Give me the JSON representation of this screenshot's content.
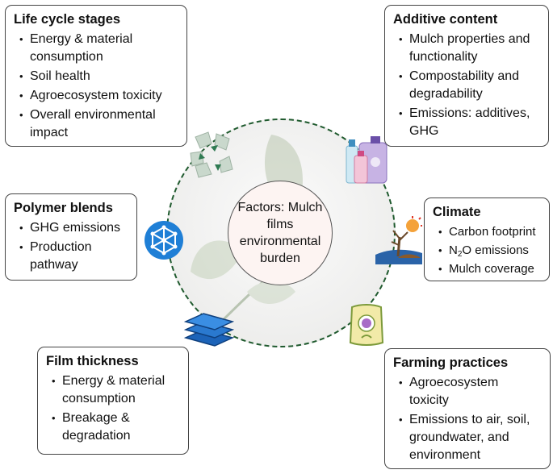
{
  "center": {
    "label": "Factors: Mulch films environmental burden"
  },
  "boxes": {
    "life_cycle": {
      "title": "Life cycle stages",
      "items": [
        "Energy & material consumption",
        "Soil health",
        "Agroecosystem toxicity",
        "Overall environmental impact"
      ]
    },
    "additive": {
      "title": "Additive content",
      "items": [
        "Mulch properties and functionality",
        "Compostability and degradability",
        "Emissions: additives, GHG"
      ]
    },
    "polymer": {
      "title": "Polymer blends",
      "items": [
        "GHG emissions",
        "Production pathway"
      ]
    },
    "climate": {
      "title": "Climate",
      "items": [
        "Carbon footprint",
        "N",
        "2",
        "O emissions",
        "Mulch coverage"
      ]
    },
    "film": {
      "title": "Film thickness",
      "items": [
        "Energy & material consumption",
        "Breakage & degradation"
      ]
    },
    "farming": {
      "title": "Farming practices",
      "items": [
        "Agroecosystem toxicity",
        "Emissions to air, soil, groundwater, and environment"
      ]
    }
  },
  "colors": {
    "circle_border": "#1f5a2e",
    "center_fill": "#fdf4f2",
    "polymer_icon": "#1f7fd6",
    "film_icon": "#1c63b8"
  },
  "icons": [
    "recycle-icon",
    "bottles-icon",
    "polymer-network-icon",
    "climate-tree-sun-icon",
    "film-layers-icon",
    "fertilizer-bag-icon",
    "leaf-plant-icon"
  ]
}
